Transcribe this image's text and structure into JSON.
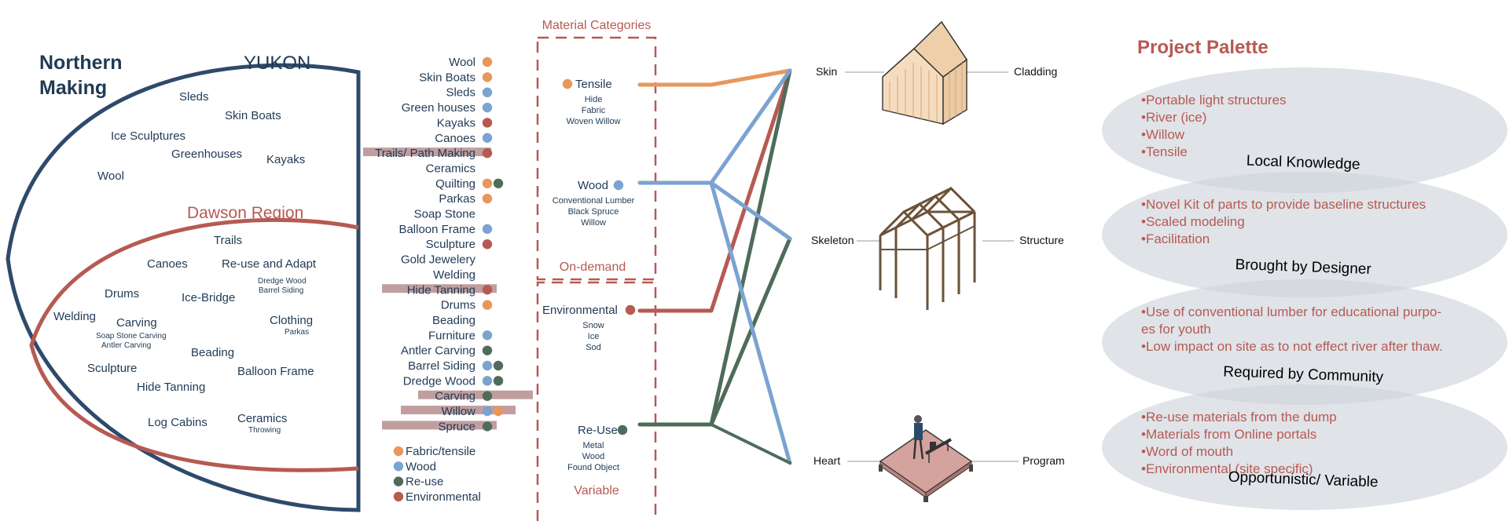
{
  "northern": {
    "title_line1": "Northern",
    "title_line2": "Making",
    "yukon": "YUKON",
    "yukon_items": [
      {
        "label": "Sleds"
      },
      {
        "label": "Skin Boats"
      },
      {
        "label": "Ice Sculptures"
      },
      {
        "label": "Greenhouses"
      },
      {
        "label": "Kayaks"
      },
      {
        "label": "Wool"
      }
    ],
    "dawson": "Dawson Region",
    "dawson_items": [
      {
        "label": "Trails"
      },
      {
        "label": "Canoes"
      },
      {
        "label": "Re-use and Adapt"
      },
      {
        "label": "Dredge Wood"
      },
      {
        "label": "Barrel Siding"
      },
      {
        "label": "Drums"
      },
      {
        "label": "Ice-Bridge"
      },
      {
        "label": "Welding"
      },
      {
        "label": "Carving"
      },
      {
        "label": "Soap Stone Carving"
      },
      {
        "label": "Antler Carving"
      },
      {
        "label": "Clothing"
      },
      {
        "label": "Parkas"
      },
      {
        "label": "Beading"
      },
      {
        "label": "Sculpture"
      },
      {
        "label": "Balloon Frame"
      },
      {
        "label": "Hide Tanning"
      },
      {
        "label": "Log Cabins"
      },
      {
        "label": "Ceramics"
      },
      {
        "label": "Throwing"
      }
    ]
  },
  "materials_list": [
    {
      "label": "Wool",
      "dots": [
        "tensile"
      ]
    },
    {
      "label": "Skin Boats",
      "dots": [
        "tensile"
      ]
    },
    {
      "label": "Sleds",
      "dots": [
        "wood"
      ]
    },
    {
      "label": "Green houses",
      "dots": [
        "wood"
      ]
    },
    {
      "label": "Kayaks",
      "dots": [
        "env"
      ]
    },
    {
      "label": "Canoes",
      "dots": [
        "wood"
      ]
    },
    {
      "label": "Trails/ Path Making",
      "dots": [
        "env"
      ],
      "highlight": true
    },
    {
      "label": "Ceramics",
      "dots": []
    },
    {
      "label": "Quilting",
      "dots": [
        "tensile",
        "reuse"
      ]
    },
    {
      "label": "Parkas",
      "dots": [
        "tensile"
      ]
    },
    {
      "label": "Soap Stone",
      "dots": []
    },
    {
      "label": "Balloon Frame",
      "dots": [
        "wood"
      ]
    },
    {
      "label": "Sculpture",
      "dots": [
        "env"
      ]
    },
    {
      "label": "Gold Jewelery",
      "dots": []
    },
    {
      "label": "Welding",
      "dots": []
    },
    {
      "label": "Hide Tanning",
      "dots": [
        "env"
      ],
      "highlight": true
    },
    {
      "label": "Drums",
      "dots": [
        "tensile"
      ]
    },
    {
      "label": "Beading",
      "dots": []
    },
    {
      "label": "Furniture",
      "dots": [
        "wood"
      ]
    },
    {
      "label": "Antler Carving",
      "dots": [
        "reuse"
      ]
    },
    {
      "label": "Barrel Siding",
      "dots": [
        "wood",
        "reuse"
      ]
    },
    {
      "label": "Dredge Wood",
      "dots": [
        "wood",
        "reuse"
      ]
    },
    {
      "label": "Carving",
      "dots": [
        "reuse"
      ],
      "highlight": true
    },
    {
      "label": "Willow",
      "dots": [
        "wood",
        "tensile"
      ],
      "highlight": true
    },
    {
      "label": "Spruce",
      "dots": [
        "reuse"
      ],
      "highlight": true
    }
  ],
  "legend": [
    {
      "label": "Fabric/tensile",
      "key": "tensile"
    },
    {
      "label": "Wood",
      "key": "wood"
    },
    {
      "label": "Re-use",
      "key": "reuse"
    },
    {
      "label": "Environmental",
      "key": "env"
    }
  ],
  "colors": {
    "tensile": "#e8975a",
    "wood": "#7ba3d0",
    "reuse": "#4f6b5a",
    "env": "#b65a52",
    "navy": "#1f3a55",
    "rust": "#b65a52",
    "highlight_bar": "#b99395"
  },
  "categories": {
    "header": "Material Categories",
    "ondemand": "On-demand",
    "variable": "Variable",
    "items": [
      {
        "key": "tensile",
        "label": "Tensile",
        "subs": [
          "Hide",
          "Fabric",
          "Woven Willow"
        ]
      },
      {
        "key": "wood",
        "label": "Wood",
        "subs": [
          "Conventional Lumber",
          "Black Spruce",
          "Willow"
        ]
      },
      {
        "key": "env",
        "label": "Environmental",
        "subs": [
          "Snow",
          "Ice",
          "Sod"
        ]
      },
      {
        "key": "reuse",
        "label": "Re-Use",
        "subs": [
          "Metal",
          "Wood",
          "Found Object"
        ]
      }
    ]
  },
  "layers": [
    {
      "left": "Skin",
      "right": "Cladding",
      "icon": "house-cladding-icon"
    },
    {
      "left": "Skeleton",
      "right": "Structure",
      "icon": "timber-frame-icon"
    },
    {
      "left": "Heart",
      "right": "Program",
      "icon": "platform-person-icon"
    }
  ],
  "palette": {
    "title": "Project Palette",
    "groups": [
      {
        "label": "Local Knowledge",
        "items": [
          "•Portable light structures",
          "•River (ice)",
          "•Willow",
          "•Tensile"
        ]
      },
      {
        "label": "Brought by Designer",
        "items": [
          "•Novel Kit of parts to provide baseline structures",
          "•Scaled modeling",
          "•Facilitation"
        ]
      },
      {
        "label": "Required by Community",
        "items": [
          "•Use of conventional lumber for educational purpo-",
          "es for youth",
          "•Low impact on site as to not effect river after thaw."
        ]
      },
      {
        "label": "Opportunistic/ Variable",
        "items": [
          "•Re-use materials from the dump",
          "•Materials from Online portals",
          "•Word of mouth",
          "•Environmental (site specific)"
        ]
      }
    ]
  }
}
